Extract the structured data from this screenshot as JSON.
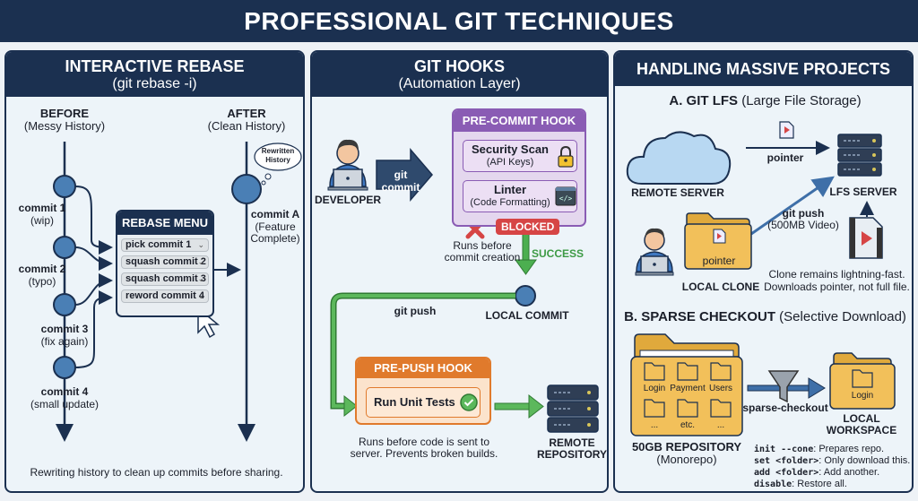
{
  "title": "PROFESSIONAL GIT TECHNIQUES",
  "colors": {
    "navy": "#1b3050",
    "commit_blue": "#4a7fb5",
    "purple": "#8a5cb4",
    "orange": "#e07a2c",
    "green": "#4caf50",
    "red": "#d64545",
    "folder": "#f2c05a"
  },
  "rebase": {
    "heading": "INTERACTIVE REBASE",
    "subheading": "(git rebase -i)",
    "before_title": "BEFORE",
    "before_sub": "(Messy History)",
    "after_title": "AFTER",
    "after_sub": "(Clean History)",
    "commits": [
      {
        "name": "commit 1",
        "desc": "(wip)"
      },
      {
        "name": "commit 2",
        "desc": "(typo)"
      },
      {
        "name": "commit 3",
        "desc": "(fix again)"
      },
      {
        "name": "commit 4",
        "desc": "(small update)"
      }
    ],
    "menu_title": "REBASE MENU",
    "menu_items": [
      "pick commit 1",
      "squash commit 2",
      "squash commit 3",
      "reword commit 4"
    ],
    "thought_line1": "Rewritten",
    "thought_line2": "History",
    "result_name": "commit A",
    "result_desc1": "(Feature",
    "result_desc2": "Complete)",
    "caption": "Rewriting history to clean up commits before sharing."
  },
  "hooks": {
    "heading": "GIT HOOKS",
    "subheading": "(Automation Layer)",
    "developer": "DEVELOPER",
    "git_commit": "git commit",
    "pre_commit_title": "PRE-COMMIT HOOK",
    "security_scan": "Security Scan",
    "security_sub": "(API Keys)",
    "linter": "Linter",
    "linter_sub": "(Code Formatting)",
    "blocked": "BLOCKED",
    "runs_before_1": "Runs before",
    "runs_before_2": "commit creation",
    "success": "SUCCESS",
    "local_commit": "LOCAL COMMIT",
    "git_push": "git push",
    "pre_push_title": "PRE-PUSH HOOK",
    "run_tests": "Run Unit Tests",
    "push_caption_1": "Runs before code is sent to",
    "push_caption_2": "server. Prevents broken builds.",
    "remote_1": "REMOTE",
    "remote_2": "REPOSITORY"
  },
  "massive": {
    "heading": "HANDLING MASSIVE PROJECTS",
    "lfs_title": "A. GIT LFS",
    "lfs_sub": "(Large File Storage)",
    "remote_server": "REMOTE SERVER",
    "pointer": "pointer",
    "lfs_server": "LFS SERVER",
    "git_push": "git push",
    "video_size": "(500MB Video)",
    "local_pointer": "pointer",
    "local_clone": "LOCAL CLONE",
    "clone_note_1": "Clone remains lightning-fast.",
    "clone_note_2": "Downloads pointer, not full file.",
    "sparse_title": "B. SPARSE CHECKOUT",
    "sparse_sub": "(Selective Download)",
    "folders": [
      "Login",
      "Payment",
      "Users",
      "...",
      "etc.",
      "..."
    ],
    "repo_1": "50GB REPOSITORY",
    "repo_2": "(Monorepo)",
    "sparse_label": "sparse-checkout",
    "local_folder": "Login",
    "workspace_1": "LOCAL",
    "workspace_2": "WORKSPACE",
    "commands": [
      {
        "cmd": "init --cone",
        "desc": ": Prepares repo."
      },
      {
        "cmd": "set <folder>",
        "desc": ": Only download this."
      },
      {
        "cmd": "add <folder>",
        "desc": ": Add another."
      },
      {
        "cmd": "disable",
        "desc": ": Restore all."
      }
    ]
  }
}
